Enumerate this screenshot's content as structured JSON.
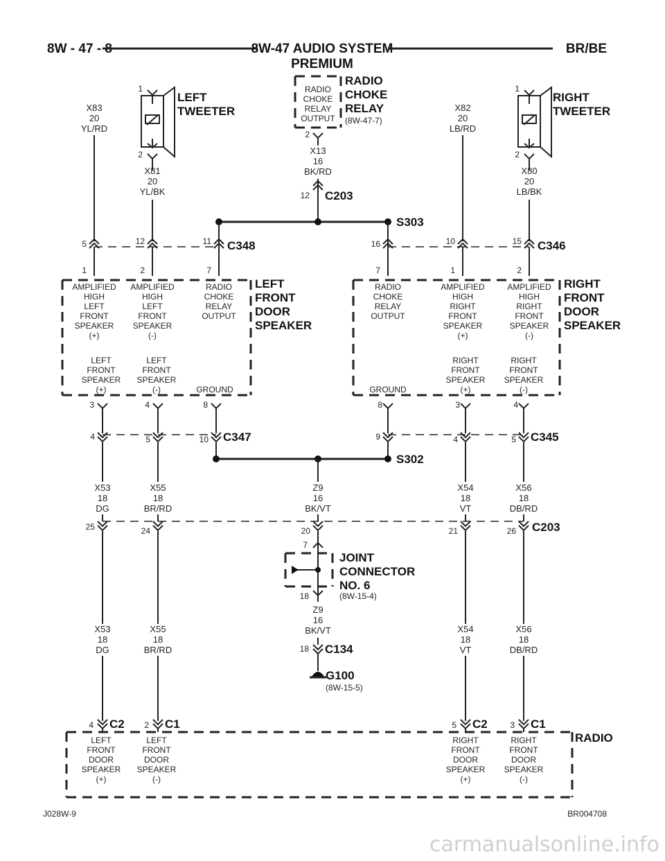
{
  "header": {
    "left": "8W - 47 - 8",
    "title_line1": "8W-47 AUDIO SYSTEM",
    "title_line2": "PREMIUM",
    "right": "BR/BE"
  },
  "left_tweeter": {
    "name_line1": "LEFT",
    "name_line2": "TWEETER",
    "pin1": "1",
    "pin2": "2",
    "wire_in": [
      "X83",
      "20",
      "YL/RD"
    ],
    "wire_out": [
      "X81",
      "20",
      "YL/BK"
    ]
  },
  "right_tweeter": {
    "name_line1": "RIGHT",
    "name_line2": "TWEETER",
    "pin1": "1",
    "pin2": "2",
    "wire_in": [
      "X82",
      "20",
      "LB/RD"
    ],
    "wire_out": [
      "X80",
      "20",
      "LB/BK"
    ]
  },
  "relay": {
    "box_lines": [
      "RADIO",
      "CHOKE",
      "RELAY",
      "OUTPUT"
    ],
    "name_lines": [
      "RADIO",
      "CHOKE",
      "RELAY"
    ],
    "ref": "(8W-47-7)",
    "pin": "2",
    "wire": [
      "X13",
      "16",
      "BK/RD"
    ]
  },
  "c203_top": {
    "name": "C203",
    "pin": "12"
  },
  "s303": {
    "name": "S303"
  },
  "c348": {
    "name": "C348",
    "pins": [
      "5",
      "12",
      "11"
    ]
  },
  "c346": {
    "name": "C346",
    "pins": [
      "16",
      "10",
      "15"
    ]
  },
  "left_speaker": {
    "name_lines": [
      "LEFT",
      "FRONT",
      "DOOR",
      "SPEAKER"
    ],
    "top_pins": [
      "1",
      "2",
      "7"
    ],
    "circuits": [
      [
        "AMPLIFIED",
        "HIGH",
        "LEFT",
        "FRONT",
        "SPEAKER",
        "(+)"
      ],
      [
        "AMPLIFIED",
        "HIGH",
        "LEFT",
        "FRONT",
        "SPEAKER",
        "(-)"
      ],
      [
        "RADIO",
        "CHOKE",
        "RELAY",
        "OUTPUT"
      ]
    ],
    "bottom_labels": [
      [
        "LEFT",
        "FRONT",
        "SPEAKER",
        "(+)"
      ],
      [
        "LEFT",
        "FRONT",
        "SPEAKER",
        "(-)"
      ],
      [
        "GROUND"
      ]
    ],
    "bottom_pins": [
      "3",
      "4",
      "8"
    ]
  },
  "right_speaker": {
    "name_lines": [
      "RIGHT",
      "FRONT",
      "DOOR",
      "SPEAKER"
    ],
    "top_pins": [
      "7",
      "1",
      "2"
    ],
    "circuits": [
      [
        "RADIO",
        "CHOKE",
        "RELAY",
        "OUTPUT"
      ],
      [
        "AMPLIFIED",
        "HIGH",
        "RIGHT",
        "FRONT",
        "SPEAKER",
        "(+)"
      ],
      [
        "AMPLIFIED",
        "HIGH",
        "RIGHT",
        "FRONT",
        "SPEAKER",
        "(-)"
      ]
    ],
    "bottom_labels": [
      [
        "GROUND"
      ],
      [
        "RIGHT",
        "FRONT",
        "SPEAKER",
        "(+)"
      ],
      [
        "RIGHT",
        "FRONT",
        "SPEAKER",
        "(-)"
      ]
    ],
    "bottom_pins": [
      "8",
      "3",
      "4"
    ]
  },
  "c347": {
    "name": "C347",
    "pins": [
      "4",
      "5",
      "10"
    ]
  },
  "c345": {
    "name": "C345",
    "pins": [
      "9",
      "4",
      "5"
    ]
  },
  "s302": {
    "name": "S302"
  },
  "wires_mid": [
    [
      "X53",
      "18",
      "DG"
    ],
    [
      "X55",
      "18",
      "BR/RD"
    ],
    [
      "Z9",
      "16",
      "BK/VT"
    ],
    [
      "X54",
      "18",
      "VT"
    ],
    [
      "X56",
      "18",
      "DB/RD"
    ]
  ],
  "c203_mid": {
    "name": "C203",
    "pins": [
      "25",
      "24",
      "20",
      "21",
      "26"
    ]
  },
  "joint": {
    "name_lines": [
      "JOINT",
      "CONNECTOR",
      "NO. 6"
    ],
    "ref": "(8W-15-4)",
    "pin_top": "7",
    "pin_bottom": "18",
    "wire": [
      "Z9",
      "16",
      "BK/VT"
    ]
  },
  "c134": {
    "name": "C134",
    "pin": "18"
  },
  "g100": {
    "name": "G100",
    "ref": "(8W-15-5)"
  },
  "wires_low": [
    [
      "X53",
      "18",
      "DG"
    ],
    [
      "X55",
      "18",
      "BR/RD"
    ],
    [
      "X54",
      "18",
      "VT"
    ],
    [
      "X56",
      "18",
      "DB/RD"
    ]
  ],
  "radio": {
    "name": "RADIO",
    "connectors": [
      {
        "pin": "4",
        "name": "C2"
      },
      {
        "pin": "2",
        "name": "C1"
      },
      {
        "pin": "5",
        "name": "C2"
      },
      {
        "pin": "3",
        "name": "C1"
      }
    ],
    "labels": [
      [
        "LEFT",
        "FRONT",
        "DOOR",
        "SPEAKER",
        "(+)"
      ],
      [
        "LEFT",
        "FRONT",
        "DOOR",
        "SPEAKER",
        "(-)"
      ],
      [
        "RIGHT",
        "FRONT",
        "DOOR",
        "SPEAKER",
        "(+)"
      ],
      [
        "RIGHT",
        "FRONT",
        "DOOR",
        "SPEAKER",
        "(-)"
      ]
    ]
  },
  "footer": {
    "left": "J028W-9",
    "right": "BR004708"
  },
  "watermark": "carmanualsonline.info"
}
